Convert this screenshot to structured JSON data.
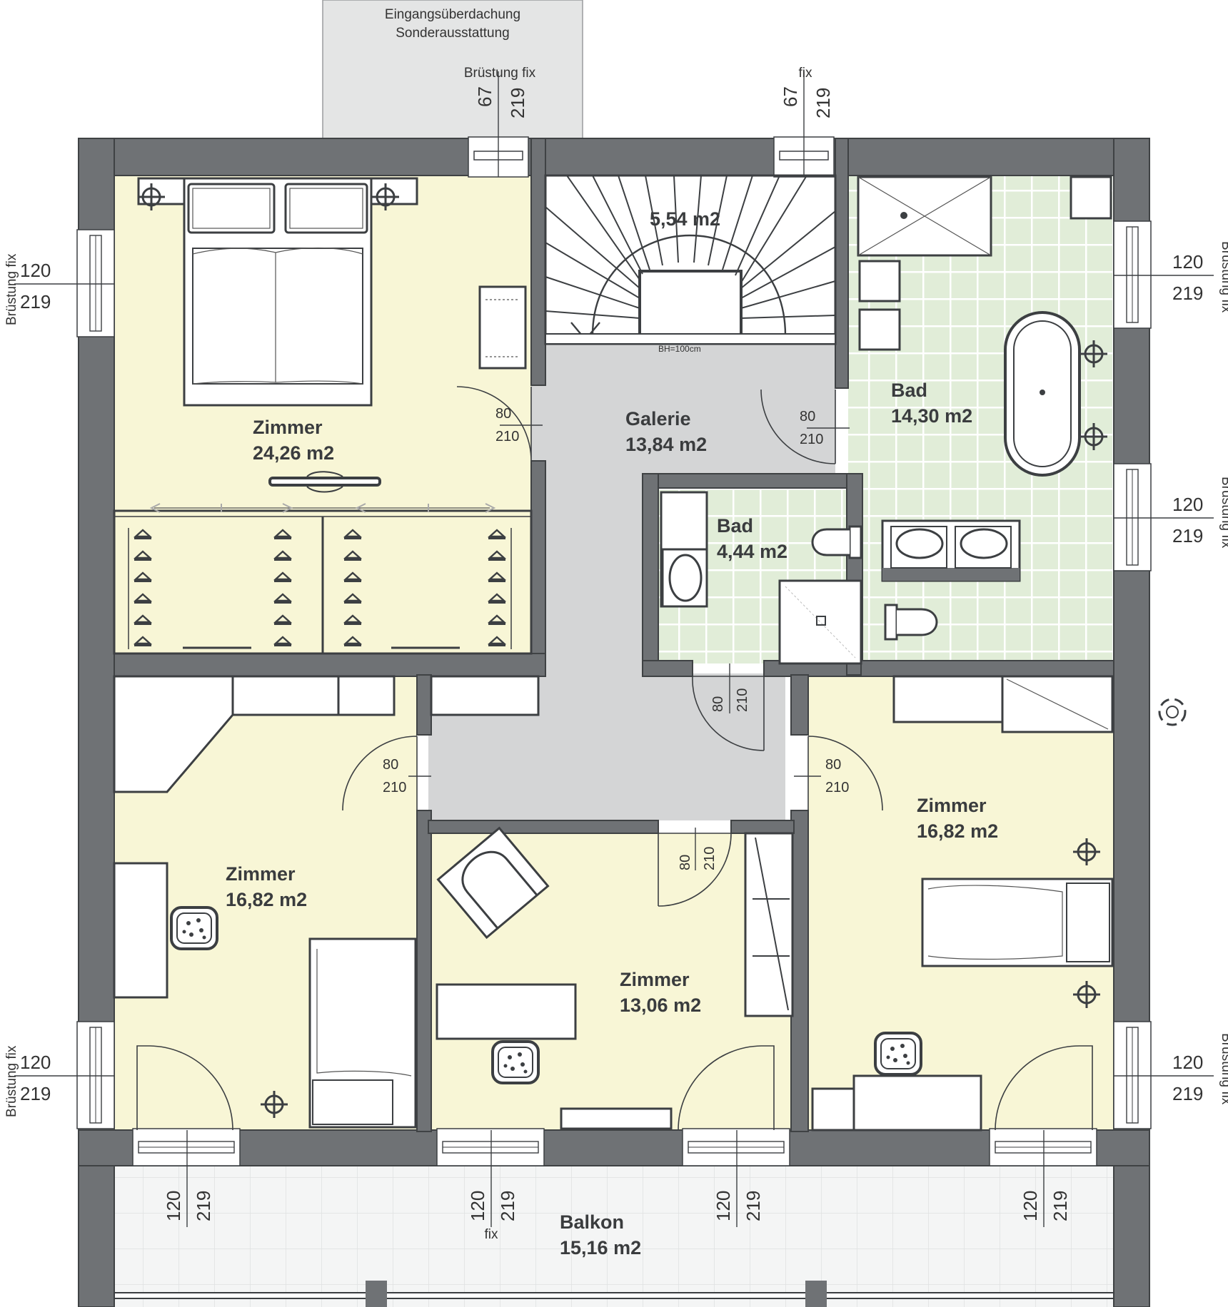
{
  "entrance": {
    "line1": "Eingangsüberdachung",
    "line2": "Sonderausstattung"
  },
  "rooms": {
    "master_bedroom": {
      "name": "Zimmer",
      "area": "24,26 m2"
    },
    "stairs": {
      "area": "5,54 m2",
      "railing": "BH=100cm"
    },
    "galerie": {
      "name": "Galerie",
      "area": "13,84 m2"
    },
    "bath_large": {
      "name": "Bad",
      "area": "14,30 m2"
    },
    "bath_small": {
      "name": "Bad",
      "area": "4,44 m2"
    },
    "room_left": {
      "name": "Zimmer",
      "area": "16,82 m2"
    },
    "room_middle": {
      "name": "Zimmer",
      "area": "13,06 m2"
    },
    "room_right": {
      "name": "Zimmer",
      "area": "16,82 m2"
    },
    "balcony": {
      "name": "Balkon",
      "area": "15,16 m2"
    }
  },
  "labels": {
    "bruestung_fix": "Brüstung fix",
    "fix": "fix",
    "w67": "67",
    "w80": "80",
    "w120": "120",
    "h210": "210",
    "h219": "219"
  },
  "colors": {
    "wall": "#6f7275",
    "bedroom_floor": "#f8f6d6",
    "galerie_floor": "#d4d5d6",
    "bath_floor": "#e1edd8",
    "entrance_canopy": "#e4e5e5",
    "balcony_floor": "#f4f5f5"
  }
}
